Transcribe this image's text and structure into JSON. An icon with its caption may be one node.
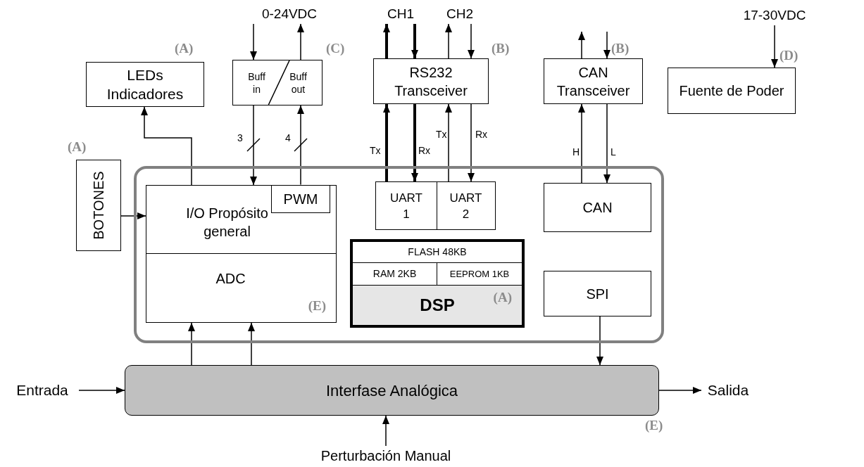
{
  "diagram": {
    "nodes": [
      {
        "text": [
          "LEDs Indicadores"
        ],
        "beside": [
          "(A)"
        ]
      },
      {
        "text": [
          "Buff in",
          "Buff out"
        ],
        "beside": [
          "(C)"
        ]
      },
      {
        "text": [
          "RS232 Transceiver"
        ],
        "beside": [
          "(B)"
        ]
      },
      {
        "text": [
          "CAN Transceiver"
        ],
        "beside": [
          "(B)"
        ]
      },
      {
        "text": [
          "Fuente de Poder"
        ],
        "beside": [
          "(D)"
        ]
      },
      {
        "text": [
          "BOTONES"
        ],
        "beside": [
          "(A)"
        ]
      },
      {
        "text": [],
        "shape": "box"
      },
      {
        "text": [
          "I/O Propósito general"
        ],
        "in": 6
      },
      {
        "text": [
          "PWM"
        ],
        "in": 7
      },
      {
        "text": [
          "ADC",
          "(E)"
        ],
        "in": 6
      },
      {
        "text": [
          "UART 1"
        ],
        "in": 6
      },
      {
        "text": [
          "UART 2"
        ],
        "in": 6
      },
      {
        "text": [],
        "shape": "box",
        "in": 6
      },
      {
        "text": [
          "FLASH 48KB"
        ],
        "in": 12
      },
      {
        "text": [
          "RAM 2KB"
        ],
        "in": 12
      },
      {
        "text": [
          "EEPROM 1KB"
        ],
        "in": 12
      },
      {
        "text": [
          "DSP",
          "(A)"
        ],
        "in": 12
      },
      {
        "text": [
          "CAN"
        ],
        "in": 6
      },
      {
        "text": [
          "SPI"
        ],
        "in": 6
      },
      {
        "text": [
          "Interfase Analógica"
        ],
        "beside": [
          "(E)"
        ]
      },
      {
        "text": [
          "Entrada"
        ]
      },
      {
        "text": [
          "Salida"
        ]
      },
      {
        "text": [
          "Perturbación Manual"
        ]
      },
      {
        "text": [
          "0-24VDC"
        ]
      },
      {
        "text": [
          "CH1"
        ]
      },
      {
        "text": [
          "CH2"
        ]
      },
      {
        "text": [
          "17-30VDC"
        ]
      }
    ],
    "edges": [
      {
        "from": 23,
        "to": 1,
        "arrow": "to"
      },
      {
        "from": 1,
        "to": 23,
        "arrow": "to"
      },
      {
        "from": 7,
        "to": 0,
        "arrow": "to"
      },
      {
        "from": 1,
        "to": 7,
        "arrow": "to",
        "label": "3"
      },
      {
        "from": 8,
        "to": 1,
        "arrow": "to",
        "label": "4"
      },
      {
        "from": 2,
        "to": 24,
        "arrow": "to",
        "style": "thick"
      },
      {
        "from": 24,
        "to": 2,
        "arrow": "to",
        "style": "thick"
      },
      {
        "from": 2,
        "to": 25,
        "arrow": "to"
      },
      {
        "from": 25,
        "to": 2,
        "arrow": "to"
      },
      {
        "from": 10,
        "to": 2,
        "arrow": "to",
        "style": "thick",
        "label": "Tx"
      },
      {
        "from": 2,
        "to": 10,
        "arrow": "to",
        "style": "thick",
        "label": "Rx"
      },
      {
        "from": 11,
        "to": 2,
        "arrow": "to",
        "label": "Tx"
      },
      {
        "from": 2,
        "to": 11,
        "arrow": "to",
        "label": "Rx"
      },
      {
        "from": 3,
        "to": null,
        "arrow": "to"
      },
      {
        "from": null,
        "to": 3,
        "arrow": "to"
      },
      {
        "from": 17,
        "to": 3,
        "arrow": "to",
        "label": "H"
      },
      {
        "from": 3,
        "to": 17,
        "arrow": "to",
        "label": "L"
      },
      {
        "from": 26,
        "to": 4,
        "arrow": "to"
      },
      {
        "from": 5,
        "to": 7,
        "arrow": "to"
      },
      {
        "from": 19,
        "to": 9,
        "arrow": "to"
      },
      {
        "from": 19,
        "to": 9,
        "arrow": "to"
      },
      {
        "from": 18,
        "to": 19,
        "arrow": "to"
      },
      {
        "from": 20,
        "to": 19,
        "arrow": "to"
      },
      {
        "from": 19,
        "to": 21,
        "arrow": "to"
      },
      {
        "from": 22,
        "to": 19,
        "arrow": "to"
      }
    ]
  }
}
